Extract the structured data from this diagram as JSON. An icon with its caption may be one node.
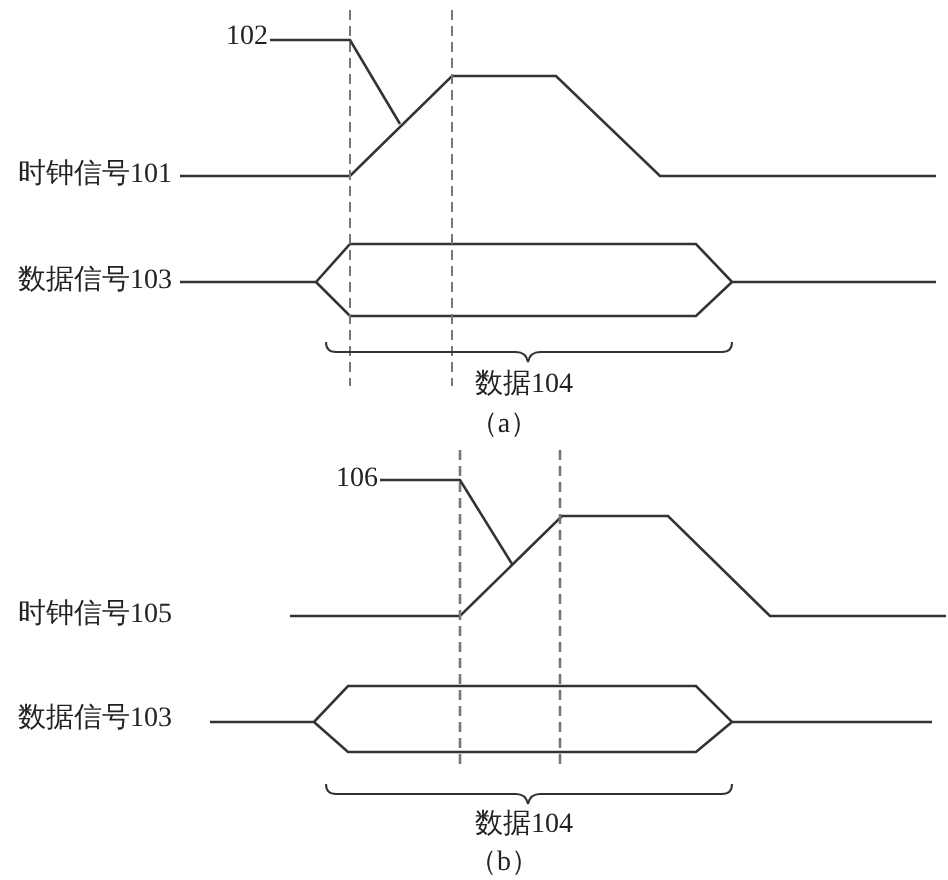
{
  "diagram": {
    "nodes": [
      {
        "text": [
          "102"
        ]
      },
      {
        "text": [
          "106"
        ]
      }
    ],
    "edges": [
      {
        "from": 0,
        "to": null,
        "arrow": "none"
      },
      {
        "from": 1,
        "to": null,
        "arrow": "none"
      }
    ],
    "labels": [
      "时钟信号101",
      "数据信号103",
      "数据104",
      "（a）",
      "时钟信号105",
      "数据信号103",
      "数据104",
      "（b）"
    ]
  }
}
